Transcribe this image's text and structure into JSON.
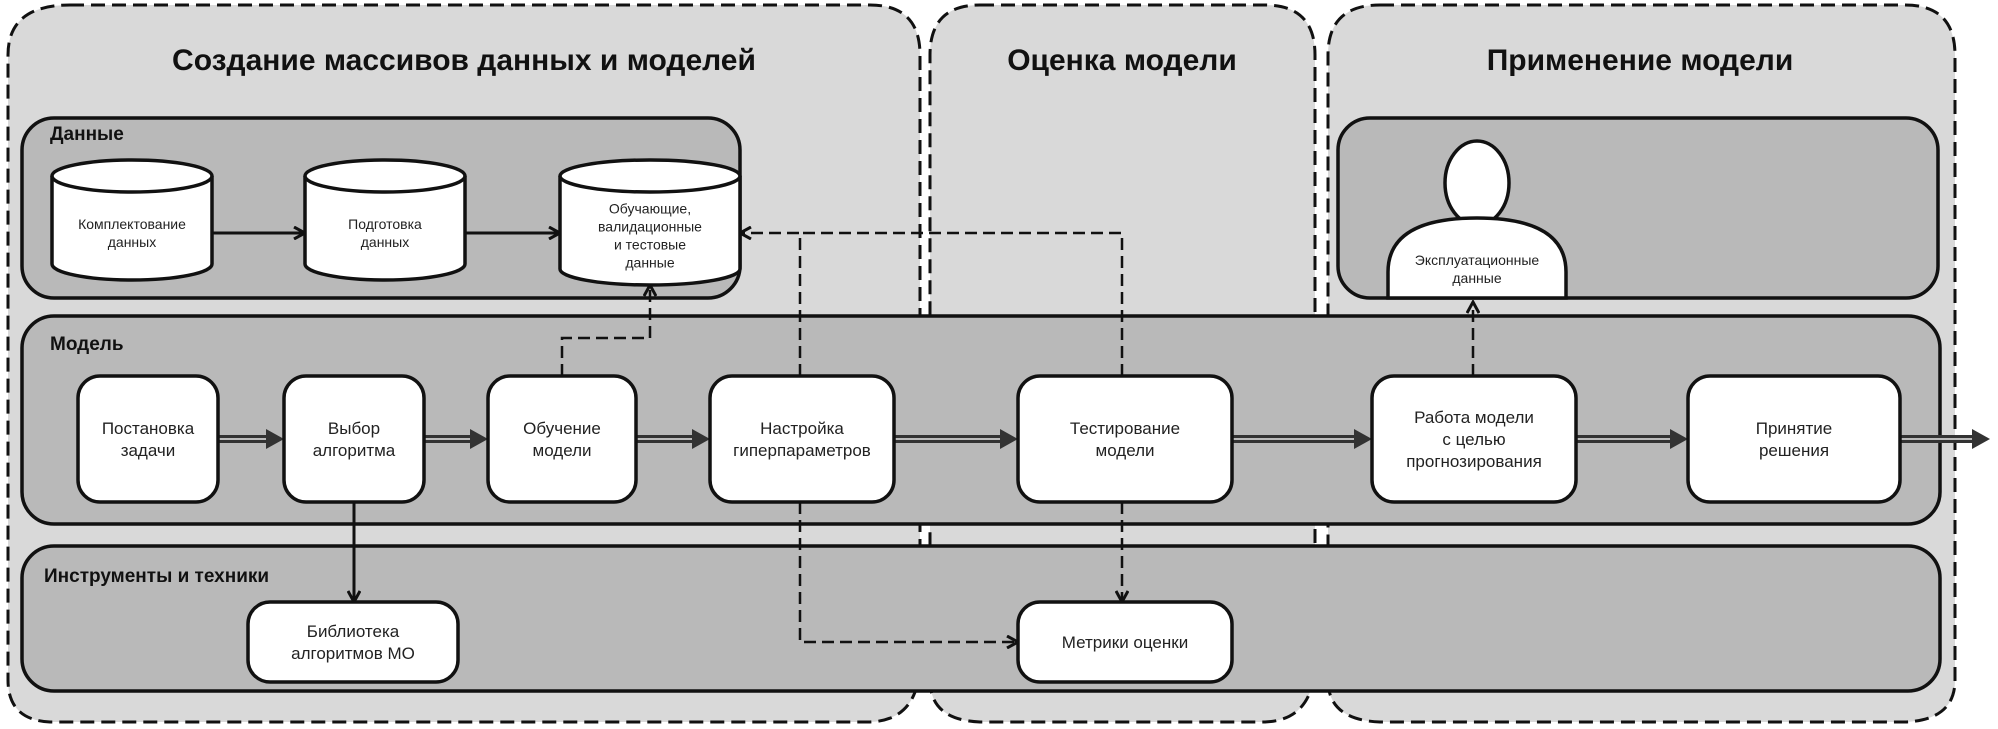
{
  "phases": [
    {
      "id": "creation",
      "title": "Создание массивов данных и моделей"
    },
    {
      "id": "evaluation",
      "title": "Оценка модели"
    },
    {
      "id": "application",
      "title": "Применение модели"
    }
  ],
  "lanes": {
    "data": {
      "title": "Данные"
    },
    "model": {
      "title": "Модель"
    },
    "tools": {
      "title": "Инструменты и техники"
    },
    "application_data": {
      "title": ""
    }
  },
  "data_nodes": [
    {
      "id": "collect",
      "lines": [
        "Комплектование",
        "данных"
      ],
      "shape": "cylinder"
    },
    {
      "id": "prepare",
      "lines": [
        "Подготовка",
        "данных"
      ],
      "shape": "cylinder"
    },
    {
      "id": "datasets",
      "lines": [
        "Обучающие,",
        "валидационные",
        "и тестовые",
        "данные"
      ],
      "shape": "cylinder"
    }
  ],
  "model_nodes": [
    {
      "id": "task",
      "lines": [
        "Постановка",
        "задачи"
      ]
    },
    {
      "id": "algo",
      "lines": [
        "Выбор",
        "алгоритма"
      ]
    },
    {
      "id": "train",
      "lines": [
        "Обучение",
        "модели"
      ]
    },
    {
      "id": "tune",
      "lines": [
        "Настройка",
        "гиперпараметров"
      ]
    },
    {
      "id": "test",
      "lines": [
        "Тестирование",
        "модели"
      ]
    },
    {
      "id": "predict",
      "lines": [
        "Работа модели",
        "с целью",
        "прогнозирования"
      ]
    },
    {
      "id": "decide",
      "lines": [
        "Принятие",
        "решения"
      ]
    }
  ],
  "tool_nodes": [
    {
      "id": "library",
      "lines": [
        "Библиотека",
        "алгоритмов МО"
      ]
    },
    {
      "id": "metrics",
      "lines": [
        "Метрики оценки"
      ]
    }
  ],
  "actor": {
    "id": "operational",
    "lines": [
      "Эксплуатационные",
      "данные"
    ],
    "shape": "person"
  },
  "edges": [
    {
      "from": "collect",
      "to": "prepare",
      "style": "solid"
    },
    {
      "from": "prepare",
      "to": "datasets",
      "style": "solid"
    },
    {
      "from": "task",
      "to": "algo",
      "style": "double"
    },
    {
      "from": "algo",
      "to": "train",
      "style": "double"
    },
    {
      "from": "train",
      "to": "tune",
      "style": "double"
    },
    {
      "from": "tune",
      "to": "test",
      "style": "double"
    },
    {
      "from": "test",
      "to": "predict",
      "style": "double"
    },
    {
      "from": "predict",
      "to": "decide",
      "style": "double"
    },
    {
      "from": "decide",
      "to": "output",
      "style": "double"
    },
    {
      "from": "train",
      "to": "datasets",
      "style": "dashed"
    },
    {
      "from": "tune",
      "to": "datasets",
      "style": "dashed"
    },
    {
      "from": "test",
      "to": "datasets",
      "style": "dashed"
    },
    {
      "from": "predict",
      "to": "operational",
      "style": "dashed"
    },
    {
      "from": "algo",
      "to": "library",
      "style": "solid"
    },
    {
      "from": "tune",
      "to": "metrics",
      "style": "dashed"
    },
    {
      "from": "test",
      "to": "metrics",
      "style": "dashed"
    }
  ]
}
